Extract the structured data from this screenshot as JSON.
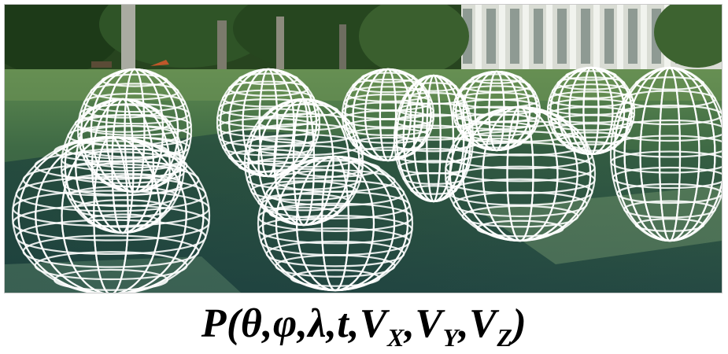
{
  "figure": {
    "description_icon": "wireframe-ellipsoids-photo",
    "caption": {
      "main": "P(",
      "theta": "θ",
      "phi": "φ",
      "lambda": "λ",
      "t": "t",
      "v": "V",
      "sub_x": "X",
      "sub_y": "Y",
      "sub_z": "Z",
      "comma": ",",
      "close": ")"
    }
  }
}
